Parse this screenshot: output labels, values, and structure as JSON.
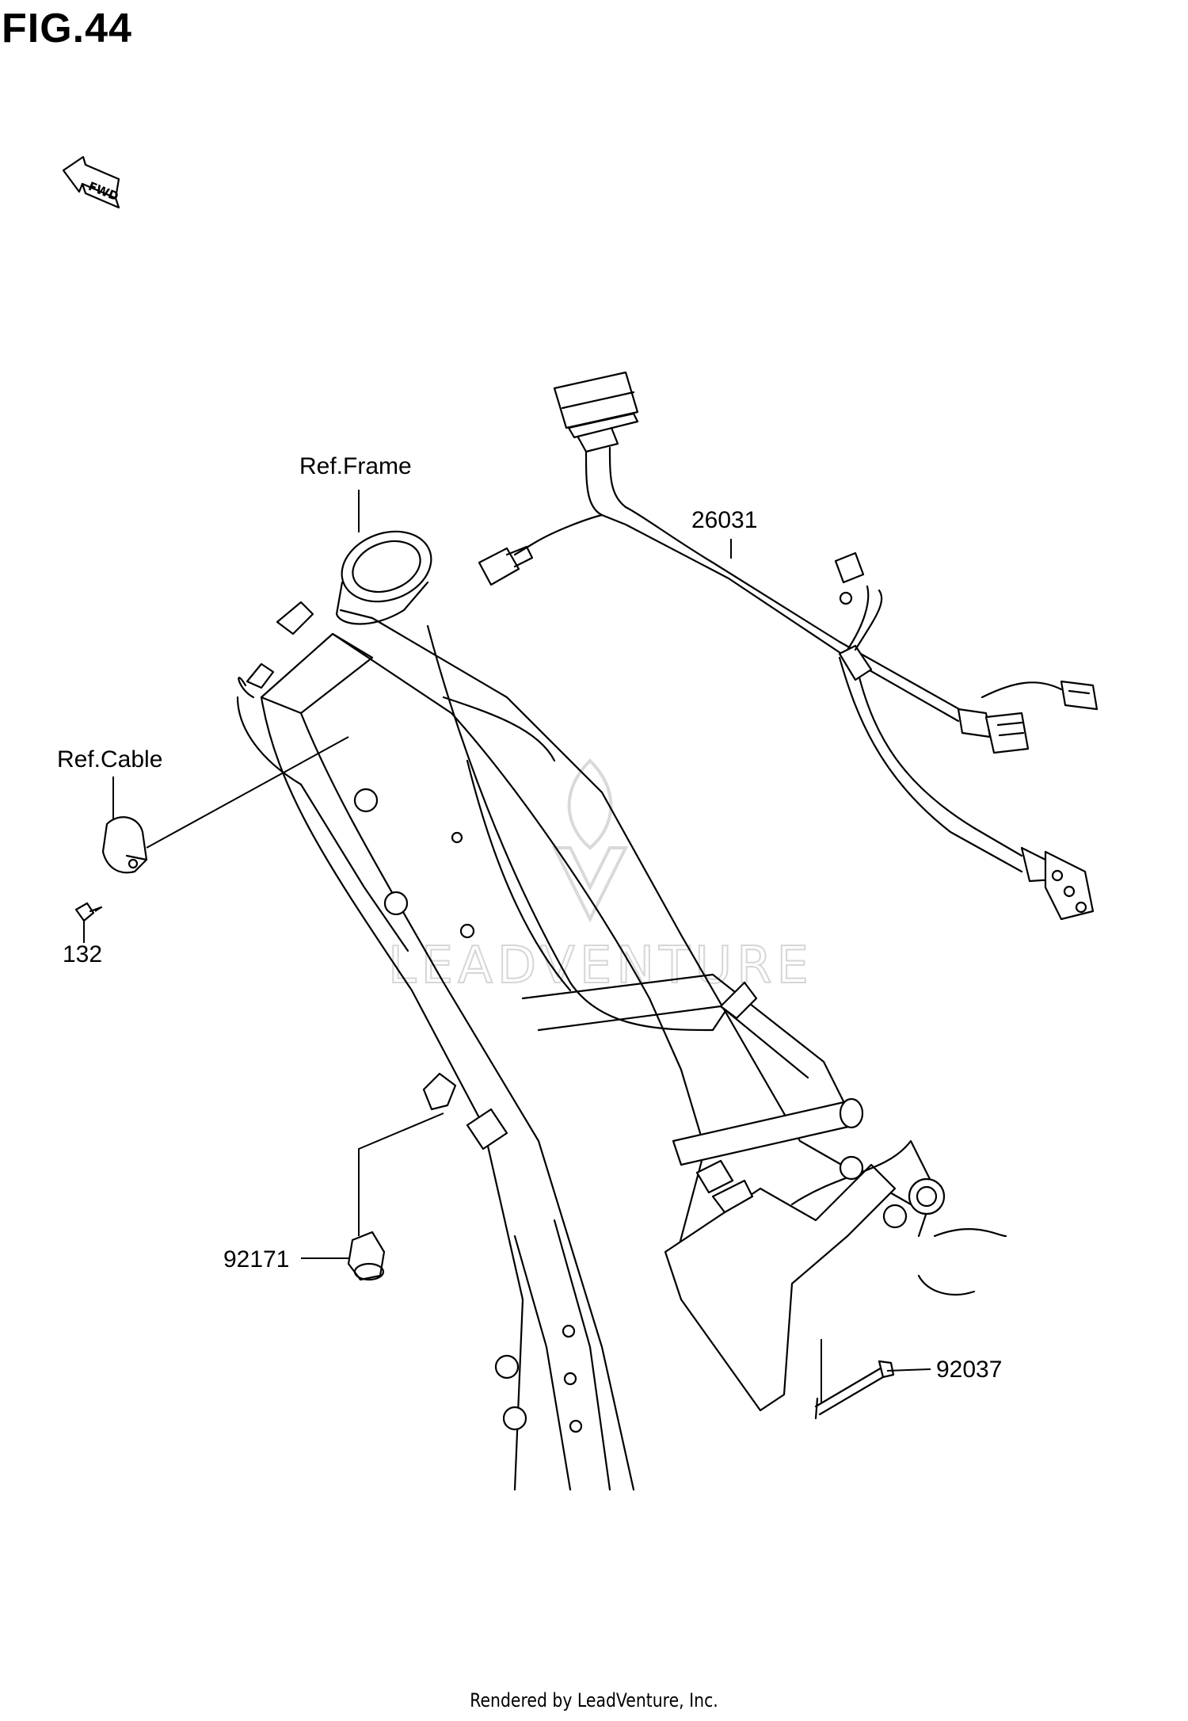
{
  "figure": {
    "title": "FIG.44"
  },
  "direction_badge": {
    "label": "FWD",
    "icon": "forward-arrow-icon"
  },
  "callouts": {
    "ref_frame": "Ref.Frame",
    "ref_cable": "Ref.Cable",
    "part_26031": "26031",
    "part_132": "132",
    "part_92171": "92171",
    "part_92037": "92037"
  },
  "watermark": {
    "text": "LEADVENTURE",
    "icon": "leadventure-logo-icon"
  },
  "footer": {
    "credit": "Rendered by LeadVenture, Inc."
  },
  "colors": {
    "line": "#000000",
    "background": "#ffffff",
    "watermark": "#d9d9d9"
  }
}
